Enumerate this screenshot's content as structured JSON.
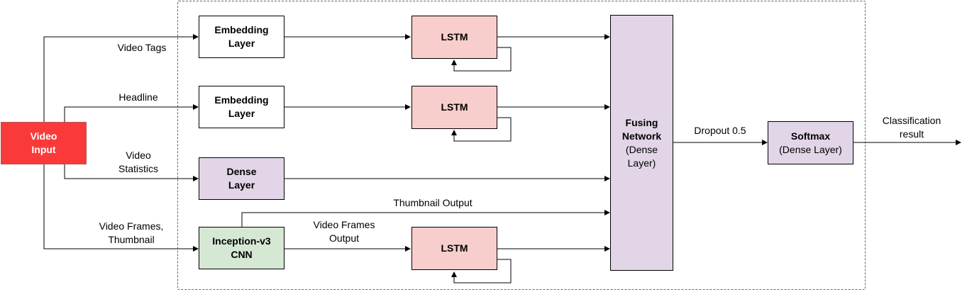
{
  "input": {
    "title": "Video\nInput",
    "color": "#fa3a3a"
  },
  "branches": {
    "tags_label": "Video Tags",
    "headline_label": "Headline",
    "statistics_label": "Video\nStatistics",
    "frames_label": "Video Frames,\nThumbnail"
  },
  "nodes": {
    "embedding_1": "Embedding\nLayer",
    "embedding_2": "Embedding\nLayer",
    "dense": "Dense\nLayer",
    "inception": "Inception-v3\nCNN",
    "lstm_1": "LSTM",
    "lstm_2": "LSTM",
    "lstm_3": "LSTM",
    "fusing_title": "Fusing\nNetwork",
    "fusing_sub": "(Dense\nLayer)",
    "softmax_title": "Softmax",
    "softmax_sub": "(Dense Layer)"
  },
  "edges": {
    "thumbnail_output": "Thumbnail Output",
    "frames_output": "Video Frames\nOutput",
    "dropout": "Dropout 0.5",
    "classification": "Classification\nresult"
  },
  "colors": {
    "lstm": "#f8cecc",
    "dense": "#e1d5e7",
    "cnn": "#d5e8d4",
    "frame_border": "#666666"
  }
}
